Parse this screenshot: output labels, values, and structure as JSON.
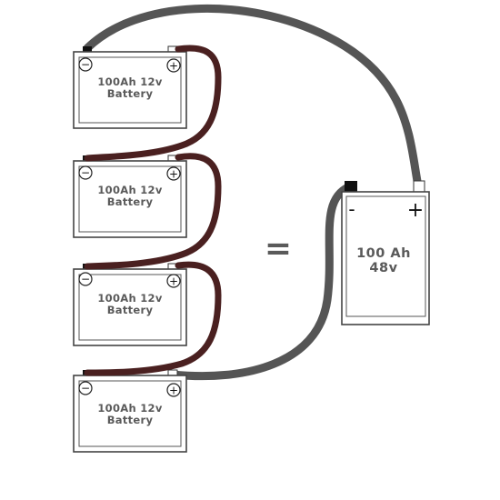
{
  "diagram": {
    "batteries": [
      {
        "line1": "100Ah 12v",
        "line2": "Battery",
        "neg": "−",
        "pos": "+"
      },
      {
        "line1": "100Ah 12v",
        "line2": "Battery",
        "neg": "−",
        "pos": "+"
      },
      {
        "line1": "100Ah 12v",
        "line2": "Battery",
        "neg": "−",
        "pos": "+"
      },
      {
        "line1": "100Ah 12v",
        "line2": "Battery",
        "neg": "−",
        "pos": "+"
      }
    ],
    "equals": "=",
    "result": {
      "line1": "100 Ah",
      "line2": "48v",
      "neg": "-",
      "pos": "+"
    },
    "colors": {
      "series_cable": "#4a2020",
      "main_cable": "#555555",
      "battery_outline": "#444444"
    }
  }
}
